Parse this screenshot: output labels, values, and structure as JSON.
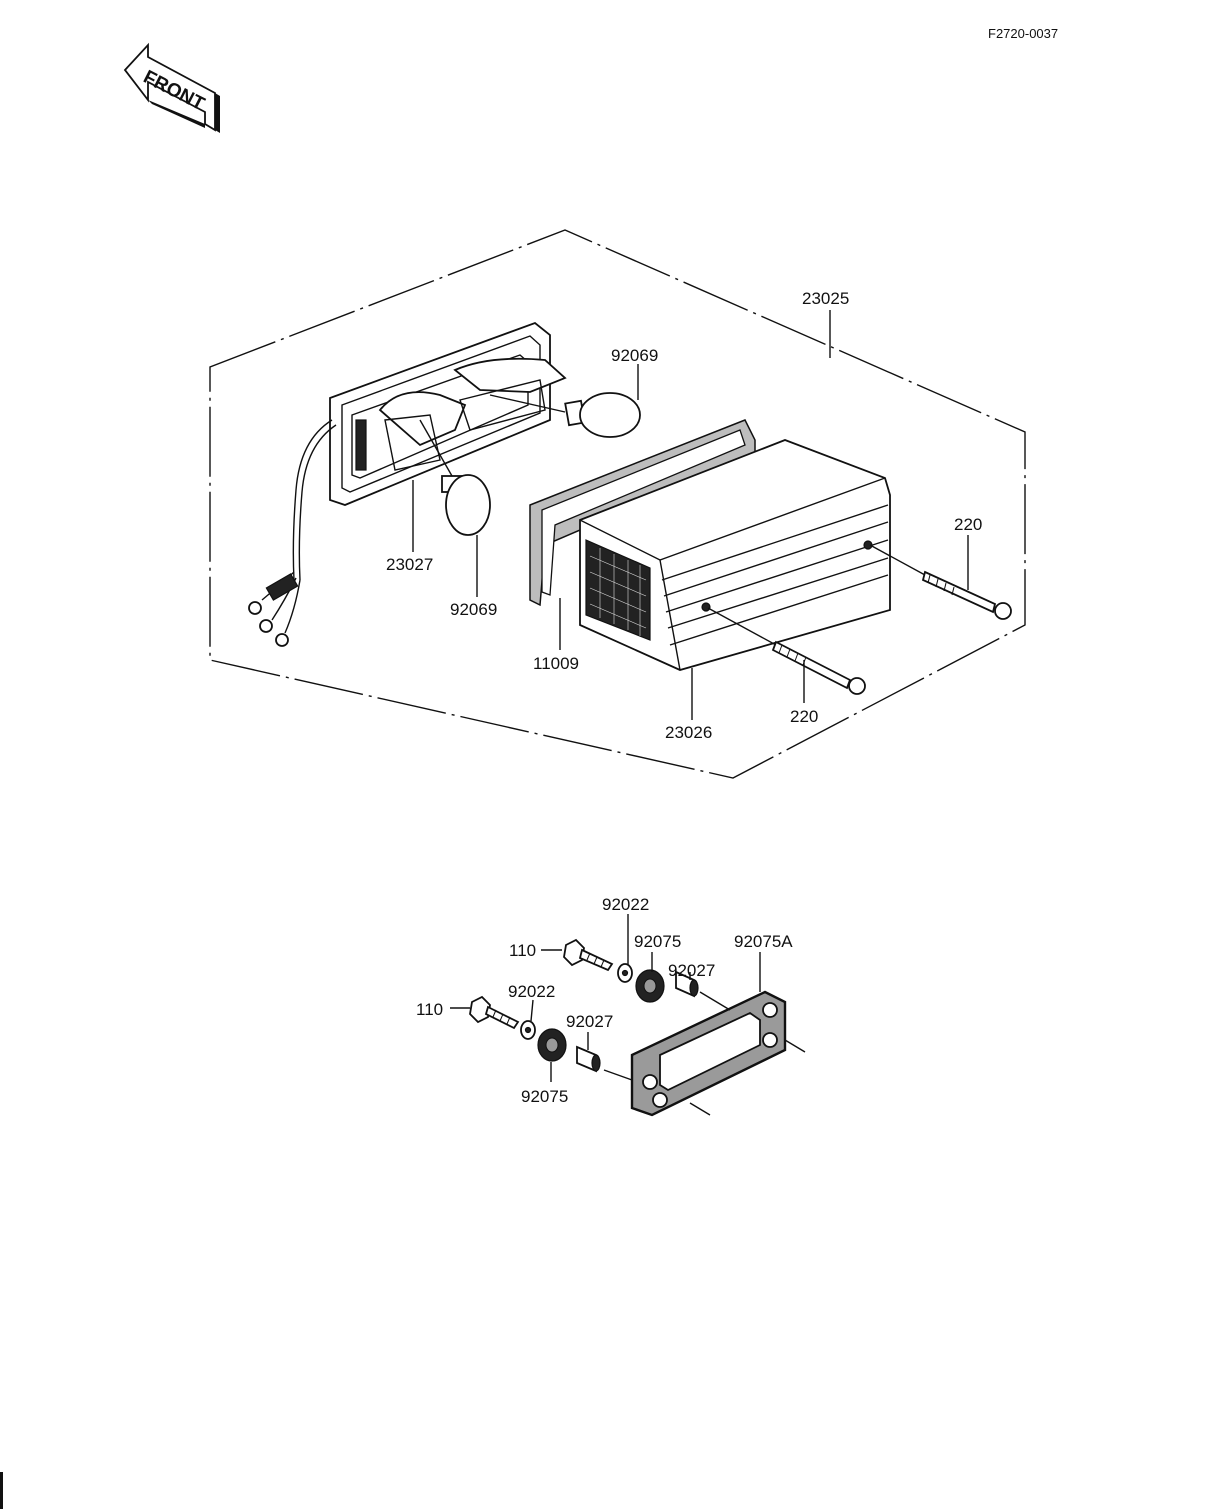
{
  "diagram_code": "F2720-0037",
  "front_label": "FRONT",
  "parts": {
    "assembly": "23025",
    "lens_housing": "23027",
    "bulb_upper": "92069",
    "bulb_lower": "92069",
    "gasket": "11009",
    "lens_cover": "23026",
    "screw_upper": "220",
    "screw_lower": "220",
    "bolt_upper": "110",
    "bolt_lower": "110",
    "washer_upper": "92022",
    "washer_lower": "92022",
    "damper_upper": "92075",
    "damper_lower": "92075",
    "collar_upper": "92027",
    "collar_lower": "92027",
    "bracket": "92075A"
  }
}
